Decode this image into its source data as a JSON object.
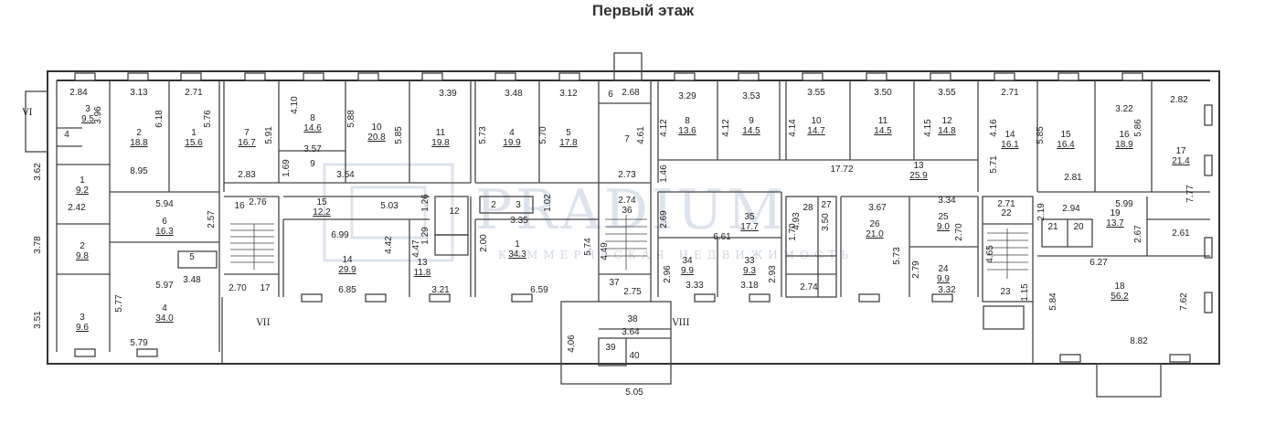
{
  "title": "Первый этаж",
  "watermark": {
    "brand": "PRADIUM",
    "sub": "КОММЕРЧЕСКАЯ НЕДВИЖИМОСТЬ"
  },
  "axes": [
    {
      "id": "VI",
      "text": "VI"
    },
    {
      "id": "VII",
      "text": "VII"
    },
    {
      "id": "VIII",
      "text": "VIII"
    }
  ],
  "rooms": [
    {
      "id": "r3a",
      "num": "3",
      "area": "9.5"
    },
    {
      "id": "r4a",
      "num": "4",
      "area": ""
    },
    {
      "id": "r1a",
      "num": "1",
      "area": "9.2"
    },
    {
      "id": "r2a",
      "num": "2",
      "area": "18.8"
    },
    {
      "id": "r1b",
      "num": "1",
      "area": "15.6"
    },
    {
      "id": "r2b",
      "num": "2",
      "area": "9.8"
    },
    {
      "id": "r3b",
      "num": "3",
      "area": "9.6"
    },
    {
      "id": "r6a",
      "num": "6",
      "area": "16.3"
    },
    {
      "id": "r5a",
      "num": "5",
      "area": ""
    },
    {
      "id": "r4b",
      "num": "4",
      "area": "34.0"
    },
    {
      "id": "r16a",
      "num": "16",
      "area": ""
    },
    {
      "id": "r17a",
      "num": "17",
      "area": ""
    },
    {
      "id": "r7a",
      "num": "7",
      "area": "16.7"
    },
    {
      "id": "r8a",
      "num": "8",
      "area": "14.6"
    },
    {
      "id": "r9a",
      "num": "9",
      "area": ""
    },
    {
      "id": "r10a",
      "num": "10",
      "area": "20.8"
    },
    {
      "id": "r11a",
      "num": "11",
      "area": "19.8"
    },
    {
      "id": "r15a",
      "num": "15",
      "area": "12.2"
    },
    {
      "id": "r14a",
      "num": "14",
      "area": "29.9"
    },
    {
      "id": "r13a",
      "num": "13",
      "area": "11.8"
    },
    {
      "id": "r12a",
      "num": "12",
      "area": ""
    },
    {
      "id": "r2c",
      "num": "2",
      "area": ""
    },
    {
      "id": "r3c",
      "num": "3",
      "area": ""
    },
    {
      "id": "r4c",
      "num": "4",
      "area": "19.9"
    },
    {
      "id": "r5c",
      "num": "5",
      "area": "17.8"
    },
    {
      "id": "r1c",
      "num": "1",
      "area": "34.3"
    },
    {
      "id": "r6c",
      "num": "6",
      "area": ""
    },
    {
      "id": "r7c",
      "num": "7",
      "area": ""
    },
    {
      "id": "r36",
      "num": "36",
      "area": ""
    },
    {
      "id": "r37",
      "num": "37",
      "area": ""
    },
    {
      "id": "r38",
      "num": "38",
      "area": ""
    },
    {
      "id": "r39",
      "num": "39",
      "area": ""
    },
    {
      "id": "r40",
      "num": "40",
      "area": ""
    },
    {
      "id": "r8d",
      "num": "8",
      "area": "13.6"
    },
    {
      "id": "r9d",
      "num": "9",
      "area": "14.5"
    },
    {
      "id": "r10d",
      "num": "10",
      "area": "14.7"
    },
    {
      "id": "r11d",
      "num": "11",
      "area": "14.5"
    },
    {
      "id": "r12d",
      "num": "12",
      "area": "14.8"
    },
    {
      "id": "r13d",
      "num": "13",
      "area": "25.9"
    },
    {
      "id": "r14d",
      "num": "14",
      "area": "16.1"
    },
    {
      "id": "r15d",
      "num": "15",
      "area": "16.4"
    },
    {
      "id": "r16d",
      "num": "16",
      "area": "18.9"
    },
    {
      "id": "r17d",
      "num": "17",
      "area": "21.4"
    },
    {
      "id": "r35",
      "num": "35",
      "area": "17.7"
    },
    {
      "id": "r34",
      "num": "34",
      "area": "9.9"
    },
    {
      "id": "r33",
      "num": "33",
      "area": "9.3"
    },
    {
      "id": "r28",
      "num": "28",
      "area": ""
    },
    {
      "id": "r27",
      "num": "27",
      "area": ""
    },
    {
      "id": "r26",
      "num": "26",
      "area": "21.0"
    },
    {
      "id": "r25",
      "num": "25",
      "area": "9.0"
    },
    {
      "id": "r24",
      "num": "24",
      "area": "9.9"
    },
    {
      "id": "r22",
      "num": "22",
      "area": ""
    },
    {
      "id": "r23",
      "num": "23",
      "area": ""
    },
    {
      "id": "r21",
      "num": "21",
      "area": ""
    },
    {
      "id": "r20",
      "num": "20",
      "area": ""
    },
    {
      "id": "r19",
      "num": "19",
      "area": "13.7"
    },
    {
      "id": "r18",
      "num": "18",
      "area": "56.2"
    }
  ],
  "dimensions": [
    "2.84",
    "3.96",
    "3.62",
    "2.42",
    "3.13",
    "6.18",
    "8.95",
    "2.71",
    "5.76",
    "3.78",
    "3.51",
    "5.77",
    "5.79",
    "5.94",
    "2.57",
    "5.97",
    "3.48",
    "2.76",
    "2.70",
    "5.91",
    "2.83",
    "4.10",
    "3.57",
    "1.69",
    "5.88",
    "3.54",
    "5.85",
    "3.39",
    "6.99",
    "5.03",
    "1.26",
    "1.29",
    "4.42",
    "4.47",
    "6.85",
    "3.21",
    "3.48",
    "5.73",
    "3.12",
    "5.70",
    "3.35",
    "1.02",
    "2.00",
    "5.74",
    "6.59",
    "2.68",
    "4.61",
    "2.73",
    "2.74",
    "4.49",
    "2.75",
    "4.06",
    "3.64",
    "5.05",
    "3.29",
    "4.12",
    "3.53",
    "4.12",
    "1.46",
    "2.69",
    "6.61",
    "2.96",
    "3.33",
    "3.18",
    "2.93",
    "3.55",
    "4.14",
    "3.50",
    "4.15",
    "3.55",
    "4.16",
    "17.72",
    "4.93",
    "1.70",
    "3.50",
    "3.67",
    "5.73",
    "2.79",
    "3.34",
    "2.70",
    "3.32",
    "2.74",
    "2.71",
    "5.71",
    "5.85",
    "2.81",
    "3.22",
    "5.86",
    "2.82",
    "7.77",
    "2.71",
    "2.19",
    "2.94",
    "4.65",
    "1.15",
    "5.99",
    "2.67",
    "2.61",
    "6.27",
    "5.84",
    "7.62",
    "8.82"
  ]
}
